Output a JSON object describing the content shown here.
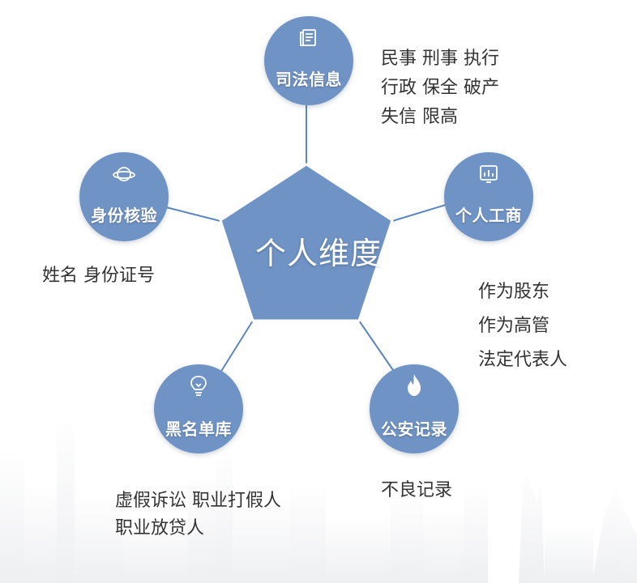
{
  "center": {
    "label": "个人维度"
  },
  "nodes": {
    "judicial": {
      "label": "司法信息",
      "items": [
        "民事  刑事   执行",
        "行政  保全   破产",
        "失信  限高"
      ]
    },
    "identity": {
      "label": "身份核验",
      "items": [
        "姓名  身份证号"
      ]
    },
    "business": {
      "label": "个人工商",
      "items": [
        "作为股东",
        "作为高管",
        "法定代表人"
      ]
    },
    "police": {
      "label": "公安记录",
      "items": [
        "不良记录"
      ]
    },
    "blacklist": {
      "label": "黑名单库",
      "items": [
        "虚假诉讼   职业打假人",
        "职业放贷人"
      ]
    }
  },
  "colors": {
    "node": "#6f93c4",
    "pentagon": "#6f93c4",
    "line": "#5b86c0",
    "text": "#333333"
  }
}
